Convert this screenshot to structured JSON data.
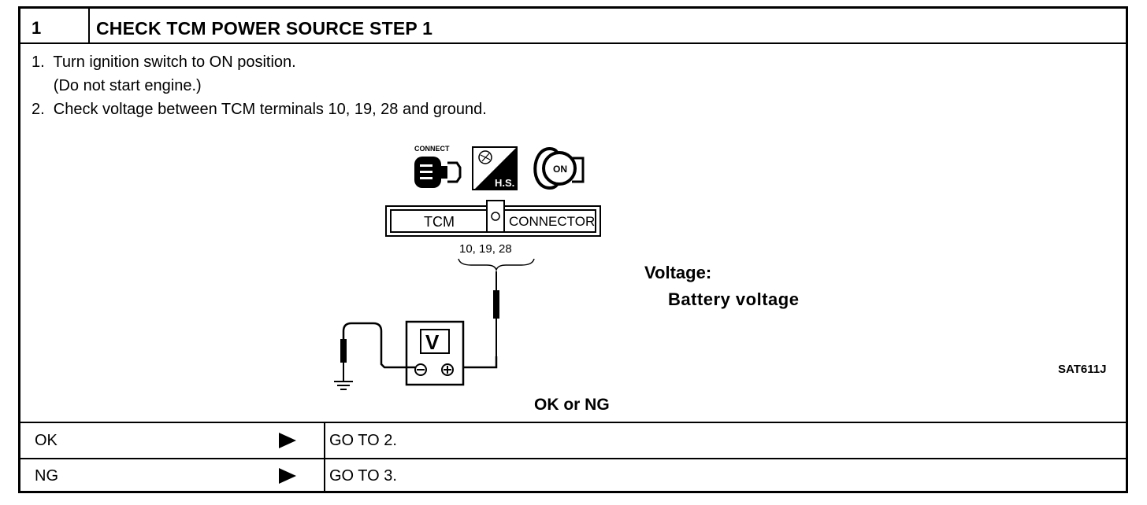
{
  "step": {
    "number": "1",
    "title": "CHECK TCM POWER SOURCE STEP 1"
  },
  "instructions": [
    "1.  Turn ignition switch to ON position.",
    "     (Do not start engine.)",
    "2.  Check voltage between TCM terminals 10, 19, 28 and ground."
  ],
  "diagram": {
    "icons": [
      "connect-connector-icon",
      "harness-side-icon",
      "ignition-key-on-icon"
    ],
    "connect_label": "CONNECT",
    "hs_label": "H.S.",
    "key_label": "ON",
    "connector_left_label": "TCM",
    "connector_right_label": "CONNECTOR",
    "terminals": "10,  19,  28",
    "meter_label": "V",
    "figure_code": "SAT611J"
  },
  "spec": {
    "label": "Voltage:",
    "value": "Battery  voltage"
  },
  "question": "OK or NG",
  "results": [
    {
      "label": "OK",
      "action": "GO TO 2."
    },
    {
      "label": "NG",
      "action": "GO TO 3."
    }
  ]
}
